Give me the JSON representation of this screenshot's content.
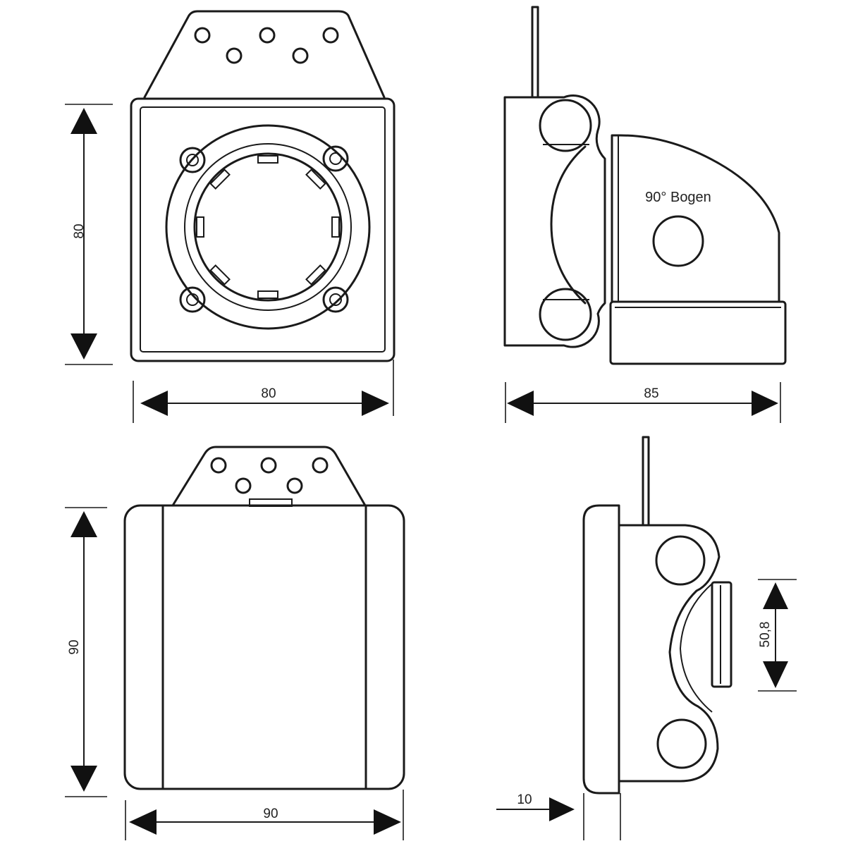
{
  "dimensions": {
    "front_height": "80",
    "front_width": "80",
    "side_width": "85",
    "bottom_height": "90",
    "bottom_width": "90",
    "back_pipe": "50,8",
    "back_thickness": "10"
  },
  "annotations": {
    "elbow_label": "90° Bogen"
  },
  "colors": {
    "line": "#1a1a1a",
    "background": "#ffffff"
  }
}
